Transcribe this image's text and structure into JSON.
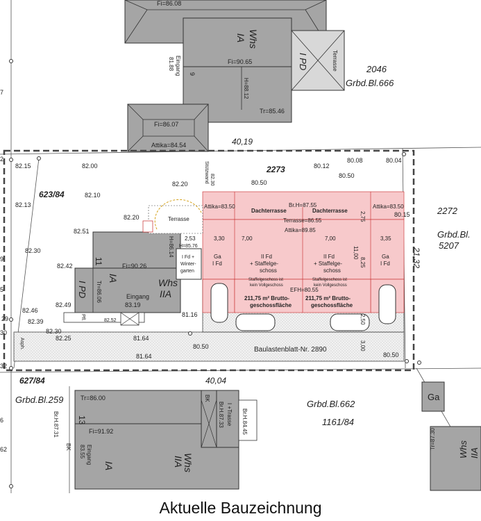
{
  "caption": "Aktuelle Bauzeichnung",
  "parcels": {
    "main_number": "2273",
    "left_parcel": "623/84",
    "bottom_left_parcel": "627/84",
    "bottom_left_grbd": "Grbd.Bl.259",
    "top_right_number": "2046",
    "top_right_grbd": "Grbd.Bl.666",
    "right_number": "2272",
    "right_grbd_1": "Grbd.Bl.",
    "right_grbd_2": "5207",
    "bottom_right_grbd": "Grbd.Bl.662",
    "bottom_right_number": "1161/84"
  },
  "dimensions": {
    "top_width": "40,19",
    "bottom_width": "40,04",
    "right_depth": "21,32",
    "d_330": "3,30",
    "d_700a": "7,00",
    "d_700b": "7,00",
    "d_335": "3,35",
    "d_275": "2,75",
    "d_1100": "11,00",
    "d_825": "8,25",
    "d_250": "2,50",
    "d_300": "3,00",
    "d_253": "2,53"
  },
  "elevations": {
    "e1": "82.15",
    "e2": "82.00",
    "e3": "82.13",
    "e4": "82.10",
    "e5": "82.30",
    "e6": "82.51",
    "e7": "82.42",
    "e8": "82.49",
    "e9": "82.46",
    "e10": "82.39",
    "e11": "82.30",
    "e12": "82.25",
    "e13": "81.64",
    "e14": "81.64",
    "e15": "82.52",
    "e16": "81.16",
    "e17": "80.12",
    "e18": "80.08",
    "e19": "80.04",
    "e20": "80.15",
    "e21": "80.50",
    "e22": "80.50",
    "red1": "82.20",
    "red2": "82.20",
    "red3": "80.50",
    "red4": "80.50",
    "stuetz1": "Stützwand",
    "stuetz2": "82.30"
  },
  "buildings": {
    "top": {
      "fi_top": "Fi=86.08",
      "whs": "Whs",
      "ia": "IA",
      "fi": "Fi=90.65",
      "eingang": "Eingang",
      "eingang_value": "81.88",
      "number": "9",
      "h": "H=88.12",
      "ipd": "I PD",
      "terrasse": "Terrasse",
      "tr": "Tr=85.46",
      "fi_lower": "Fi=86.07",
      "attika": "Attika=84.54"
    },
    "left": {
      "number": "11",
      "fi": "Fi=90.26",
      "ipd": "I PD",
      "tr": "Tr=86.06",
      "ia": "IA",
      "whs": "Whs",
      "iia": "IIA",
      "eingang": "Eingang",
      "eingang_value": "83.19",
      "terrasse": "Terrasse",
      "h1": "H=86.14",
      "h2": "H=85.76",
      "fd1": "I Fd +",
      "fd2": "Winter-",
      "fd3": "garten",
      "pfl": "Pfl.",
      "asph": "Asph."
    },
    "bottom": {
      "tr": "Tr=86.00",
      "br": "Br.H.87.31",
      "number": "13",
      "fi": "Fi=91.92",
      "bk": "BK",
      "eingang": "Eingang",
      "eingang_value": "83.55",
      "ia": "IA",
      "whs": "Whs",
      "iia": "IIA",
      "bk2": "BK",
      "br2": "Br.H.87.33",
      "trasse": "I +Trasse",
      "br3": "Br.H.84.45"
    },
    "bottom_right": {
      "ga": "Ga",
      "tr": "Tr=87.30",
      "whs": "Whs",
      "iia": "IIA"
    }
  },
  "proposed": {
    "attika_left": "Attika=83.50",
    "attika_right": "Attika=83.50",
    "attika_mid": "Attika=89.85",
    "dachterrasse1": "Dachterrasse",
    "dachterrasse2": "Dachterrasse",
    "brh": "Br.H=87.55",
    "terrasse": "Terrasse=86.55",
    "ga_left": "Ga",
    "fd_left": "I Fd",
    "ga_right": "Ga",
    "fd_right": "I Fd",
    "house1_l1": "II Fd",
    "house1_l2": "+ Staffelge-",
    "house1_l3": "schoss",
    "house1_n1": "Staffelgeschoss ist",
    "house1_n2": "kein Vollgeschoss",
    "house2_l1": "II Fd",
    "house2_l2": "+ Staffelge-",
    "house2_l3": "schoss",
    "house2_n1": "Staffelgeschoss ist",
    "house2_n2": "kein Vollgeschoss",
    "efh": "EFH=80.55",
    "area1_a": "211,75 m² Brutto-",
    "area1_b": "geschossfläche",
    "area2_a": "211,75 m² Brutto-",
    "area2_b": "geschossfläche",
    "baulast": "Baulastenblatt-Nr. 2890"
  },
  "edge_labels": {
    "l1": "7",
    "l2": "2",
    "l3": "9",
    "l4": "5",
    "l5": "29",
    "l6": "30",
    "l7": "32",
    "l8": "6",
    "l9": "62"
  },
  "colors": {
    "building": "#a5a5a5",
    "proposed": "#f7c9cb",
    "red_text": "#c62828",
    "boundary": "#444444"
  }
}
